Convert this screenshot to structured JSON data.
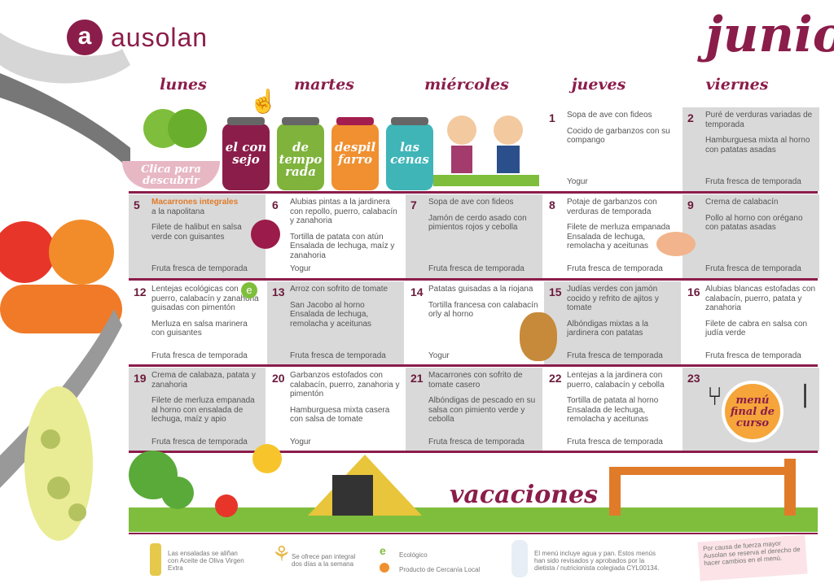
{
  "brand": {
    "logo_letter": "a",
    "name": "ausolan"
  },
  "month": "junio",
  "days": [
    "lunes",
    "martes",
    "miércoles",
    "jueves",
    "viernes"
  ],
  "promo": {
    "click_label": "Clica para descubrir",
    "jars": [
      "el con sejo",
      "de tempo rada",
      "despil farro",
      "las cenas"
    ]
  },
  "menu": [
    {
      "num": "1",
      "lines": [
        "Sopa de ave con fideos",
        "Cocido de garbanzos con su compango",
        "Yogur"
      ]
    },
    {
      "num": "2",
      "lines": [
        "Puré de verduras variadas de temporada",
        "Hamburguesa mixta al horno con patatas asadas",
        "Fruta fresca de temporada"
      ]
    },
    {
      "num": "5",
      "highlight": "Macarrones integrales",
      "lines": [
        "a la napolitana",
        "Filete de halibut en salsa verde con guisantes",
        "Fruta fresca de temporada"
      ]
    },
    {
      "num": "6",
      "lines": [
        "Alubias pintas a la jardinera con repollo, puerro, calabacín y zanahoria",
        "Tortilla de patata con atún Ensalada de lechuga, maíz y zanahoria",
        "Yogur"
      ]
    },
    {
      "num": "7",
      "lines": [
        "Sopa de ave con fideos",
        "Jamón de cerdo asado con pimientos rojos y cebolla",
        "Fruta fresca de temporada"
      ]
    },
    {
      "num": "8",
      "lines": [
        "Potaje de garbanzos con verduras de temporada",
        "Filete de merluza empanada Ensalada de lechuga, remolacha y aceitunas",
        "Fruta fresca de temporada"
      ]
    },
    {
      "num": "9",
      "lines": [
        "Crema de calabacín",
        "Pollo al horno con orégano con patatas asadas",
        "Fruta fresca de temporada"
      ]
    },
    {
      "num": "12",
      "lines": [
        "Lentejas ecológicas con puerro, calabacín y zanahoria guisadas con pimentón",
        "Merluza en salsa marinera con guisantes",
        "Fruta fresca de temporada"
      ]
    },
    {
      "num": "13",
      "lines": [
        "Arroz con sofrito de tomate",
        "San Jacobo al horno Ensalada de lechuga, remolacha y aceitunas",
        "Fruta fresca de temporada"
      ]
    },
    {
      "num": "14",
      "lines": [
        "Patatas guisadas a la riojana",
        "Tortilla francesa con calabacín orly al horno",
        "Yogur"
      ]
    },
    {
      "num": "15",
      "lines": [
        "Judías verdes con jamón cocido y refrito de ajitos y tomate",
        "Albóndigas mixtas a la jardinera con patatas",
        "Fruta fresca de temporada"
      ]
    },
    {
      "num": "16",
      "lines": [
        "Alubias blancas estofadas con calabacín, puerro, patata y zanahoria",
        "Filete de cabra en salsa con judía verde",
        "Fruta fresca de temporada"
      ]
    },
    {
      "num": "19",
      "lines": [
        "Crema de calabaza, patata y zanahoria",
        "Filete de merluza empanada al horno con ensalada de lechuga, maíz y apio",
        "Fruta fresca de temporada"
      ]
    },
    {
      "num": "20",
      "lines": [
        "Garbanzos estofados con calabacín, puerro, zanahoria y pimentón",
        "Hamburguesa mixta casera con salsa de tomate",
        "Yogur"
      ]
    },
    {
      "num": "21",
      "lines": [
        "Macarrones con sofrito de tomate casero",
        "Albóndigas de pescado en su salsa con pimiento verde y cebolla",
        "Fruta fresca de temporada"
      ]
    },
    {
      "num": "22",
      "lines": [
        "Lentejas a la jardinera con puerro, calabacín y cebolla",
        "Tortilla de patata al horno Ensalada de lechuga, remolacha y aceitunas",
        "Fruta fresca de temporada"
      ]
    },
    {
      "num": "23",
      "lines": [
        "menú final de curso"
      ]
    }
  ],
  "vacaciones": "vacaciones",
  "footer": {
    "ensaladas": "Las ensaladas se aliñan con Aceite de Oliva Virgen Extra",
    "pan": "Se ofrece pan integral dos días a la semana",
    "eco": "Ecológico",
    "cercania": "Producto de Cercanía Local",
    "agua": "El menú incluye agua y pan. Estos menús han sido revisados y aprobados por la dietista / nutricionista colegiada CYL00134.",
    "aviso": "Por causa de fuerza mayor Ausolan se reserva el derecho de hacer cambios en el menú."
  },
  "colors": {
    "brand": "#8b1d4a",
    "cell_gray": "#d9d9d9",
    "highlight": "#e07b2a"
  }
}
